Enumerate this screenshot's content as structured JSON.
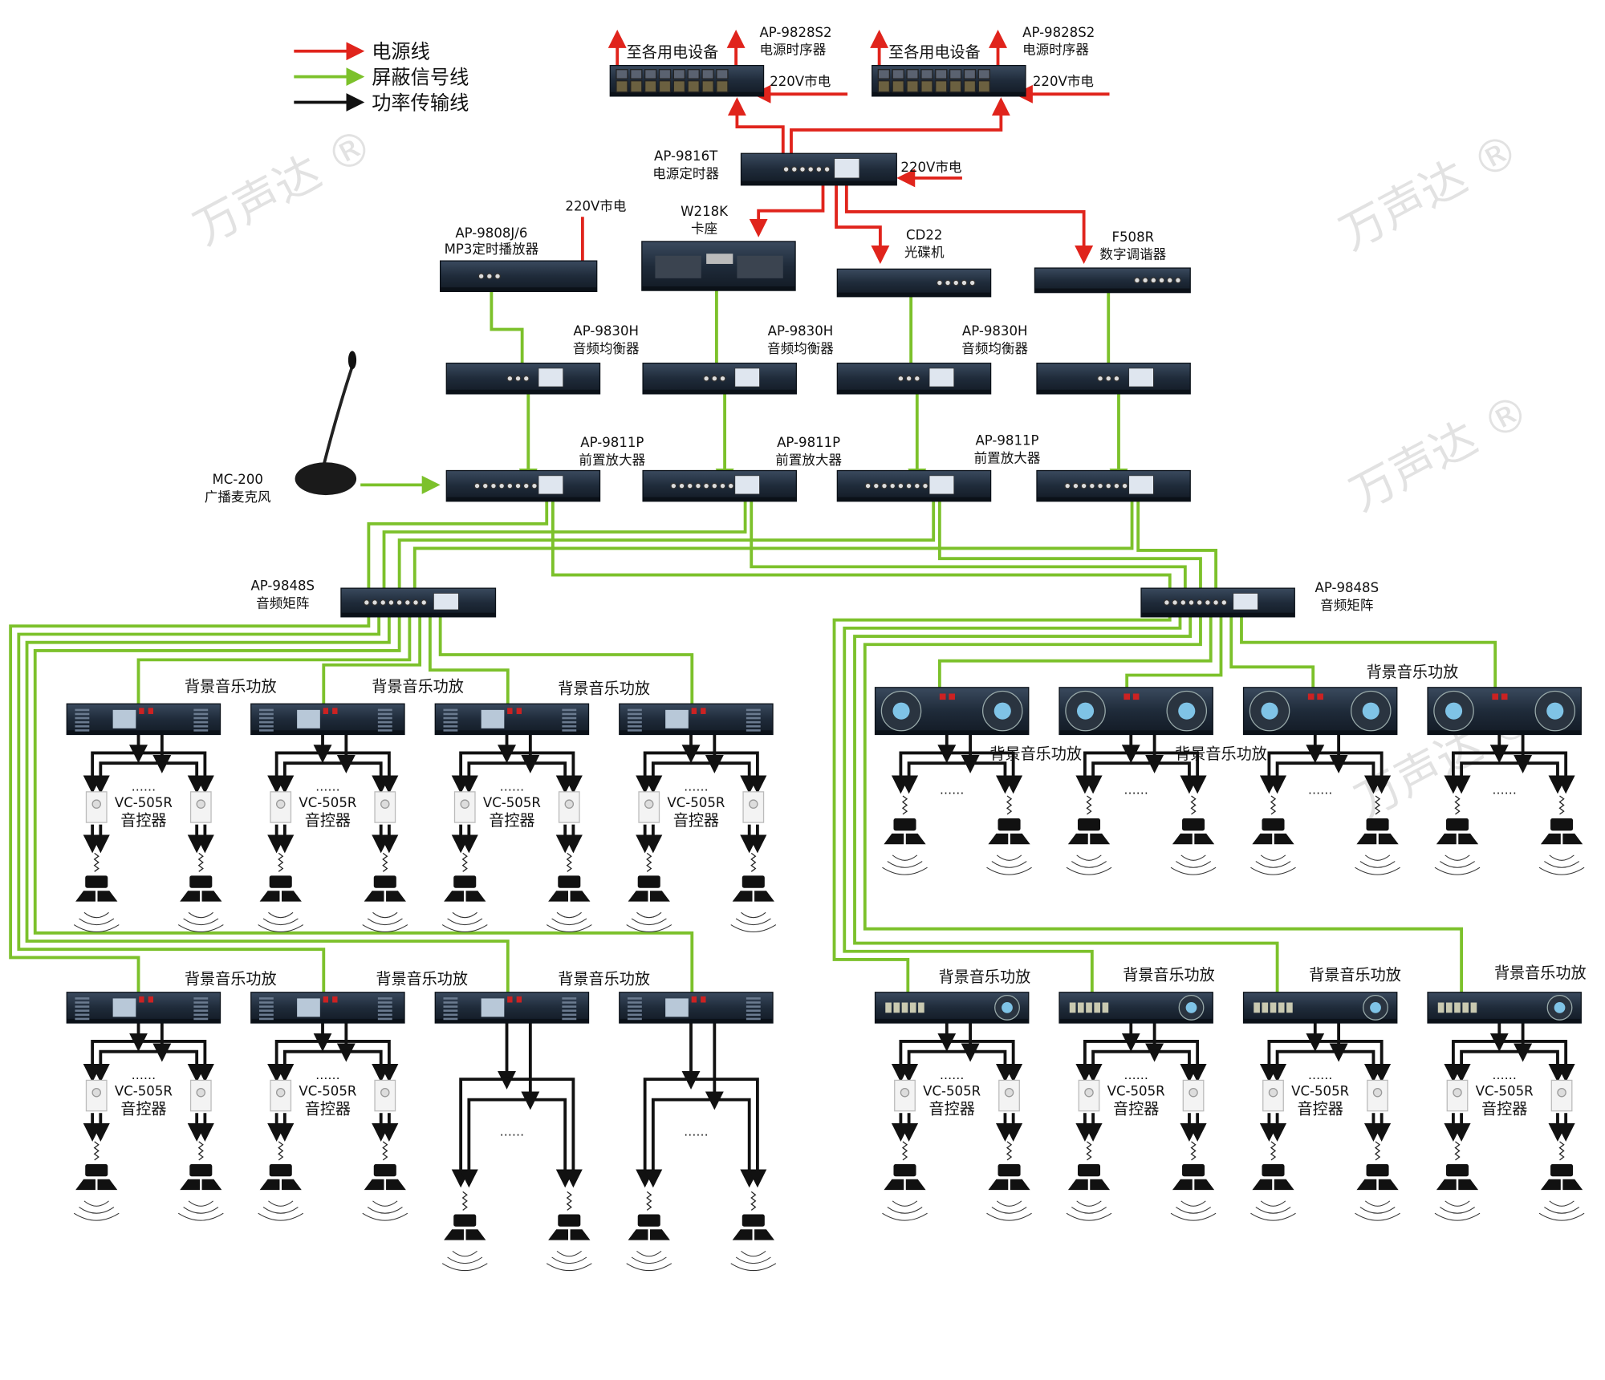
{
  "legend": [
    {
      "label": "电源线",
      "color": "#e0241c",
      "kind": "power-line"
    },
    {
      "label": "屏蔽信号线",
      "color": "#7cc12b",
      "kind": "shielded-signal-line"
    },
    {
      "label": "功率传输线",
      "color": "#111111",
      "kind": "power-transmission-line"
    }
  ],
  "colors": {
    "power": "#e0241c",
    "signal": "#7cc12b",
    "speaker": "#111111",
    "device": "#1e2a3a",
    "watermark": "#d8d8d8"
  },
  "watermark": {
    "text": "万声达",
    "chars": [
      "万",
      "声",
      "达"
    ],
    "mark": "®"
  },
  "power": {
    "sequencers": [
      {
        "model": "AP-9828S2",
        "name": "电源时序器",
        "out_label": "至各用电设备",
        "mains_label": "220V市电"
      },
      {
        "model": "AP-9828S2",
        "name": "电源时序器",
        "out_label": "至各用电设备",
        "mains_label": "220V市电"
      }
    ],
    "timer": {
      "model": "AP-9816T",
      "name": "电源定时器",
      "mains_label": "220V市电"
    }
  },
  "sources": [
    {
      "model": "AP-9808J/6",
      "name": "MP3定时播放器",
      "mains_label": "220V市电"
    },
    {
      "model": "W218K",
      "name": "卡座"
    },
    {
      "model": "CD22",
      "name": "光碟机"
    },
    {
      "model": "F508R",
      "name": "数字调谐器"
    }
  ],
  "equalizers": [
    {
      "model": "AP-9830H",
      "name": "音频均衡器"
    },
    {
      "model": "AP-9830H",
      "name": "音频均衡器"
    },
    {
      "model": "AP-9830H",
      "name": "音频均衡器"
    },
    {
      "model": "",
      "name": ""
    }
  ],
  "preamps": [
    {
      "model": "AP-9811P",
      "name": "前置放大器"
    },
    {
      "model": "AP-9811P",
      "name": "前置放大器"
    },
    {
      "model": "AP-9811P",
      "name": "前置放大器"
    },
    {
      "model": "",
      "name": ""
    }
  ],
  "microphone": {
    "model": "MC-200",
    "name": "广播麦克风"
  },
  "matrices": [
    {
      "model": "AP-9848S",
      "name": "音频矩阵"
    },
    {
      "model": "AP-9848S",
      "name": "音频矩阵"
    }
  ],
  "amplifier_label": "背景音乐功放",
  "volume_control": {
    "model": "VC-505R",
    "name": "音控器"
  },
  "ellipsis": "……"
}
